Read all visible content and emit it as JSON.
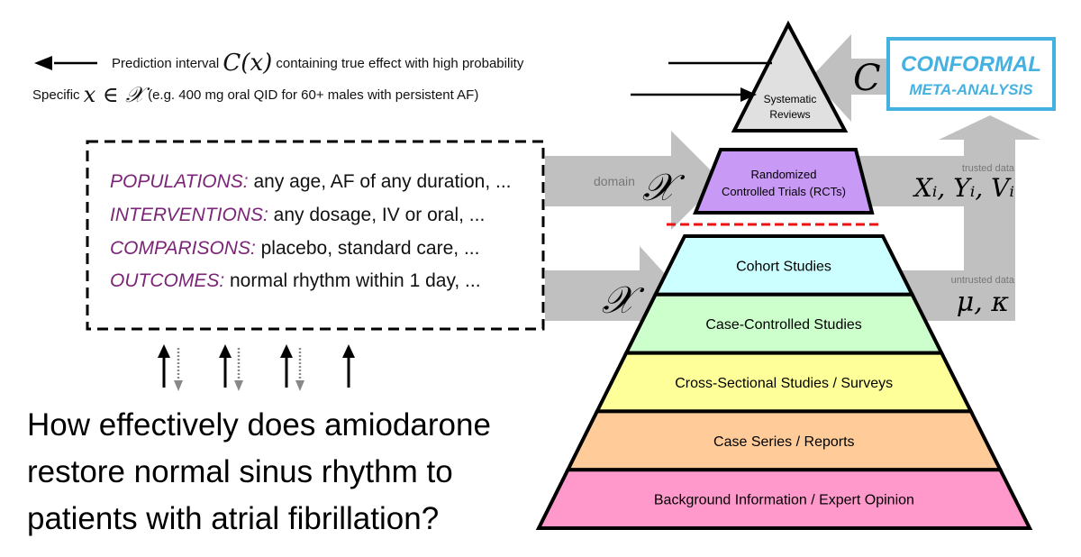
{
  "top_annotations": {
    "prediction_prefix": "Prediction interval",
    "prediction_math": "C(x)",
    "prediction_suffix": "containing true effect with high probability",
    "specific_prefix": "Specific",
    "specific_math": "x ∈ 𝒳",
    "specific_suffix": "(e.g. 400 mg oral QID for 60+ males with persistent AF)"
  },
  "conformal_box": {
    "line1": "CONFORMAL",
    "line2": "META-ANALYSIS",
    "color": "#45b1e0"
  },
  "arrows": {
    "c_label": "C",
    "domain_label": "domain",
    "domain_symbol": "𝒳",
    "lower_symbol": "𝒳",
    "trusted_label": "trusted data",
    "trusted_symbol": "Xᵢ, Yᵢ, Vᵢ",
    "untrusted_label": "untrusted data",
    "untrusted_symbol": "μ, κ"
  },
  "pyramid": {
    "apex": {
      "label_line1": "Systematic",
      "label_line2": "Reviews",
      "color": "#e0e0e0"
    },
    "rct": {
      "label_line1": "Randomized",
      "label_line2": "Controlled Trials (RCTs)",
      "color": "#c899f5"
    },
    "tiers": [
      {
        "label": "Cohort Studies",
        "color": "#ccffff"
      },
      {
        "label": "Case-Controlled Studies",
        "color": "#ccffcc"
      },
      {
        "label": "Cross-Sectional Studies / Surveys",
        "color": "#ffff99"
      },
      {
        "label": "Case Series / Reports",
        "color": "#ffcc99"
      },
      {
        "label": "Background Information / Expert Opinion",
        "color": "#ff99cc"
      }
    ],
    "separator_color": "#ee1111"
  },
  "pico": [
    {
      "key": "POPULATIONS:",
      "value": " any age, AF of any duration, ..."
    },
    {
      "key": "INTERVENTIONS:",
      "value": " any dosage, IV or oral, ..."
    },
    {
      "key": "COMPARISONS:",
      "value": " placebo, standard care, ..."
    },
    {
      "key": "OUTCOMES:",
      "value": " normal rhythm within 1 day, ..."
    }
  ],
  "question": {
    "line1": "How effectively does amiodarone",
    "line2": "restore normal sinus rhythm to",
    "line3": "patients with atrial fibrillation?"
  }
}
